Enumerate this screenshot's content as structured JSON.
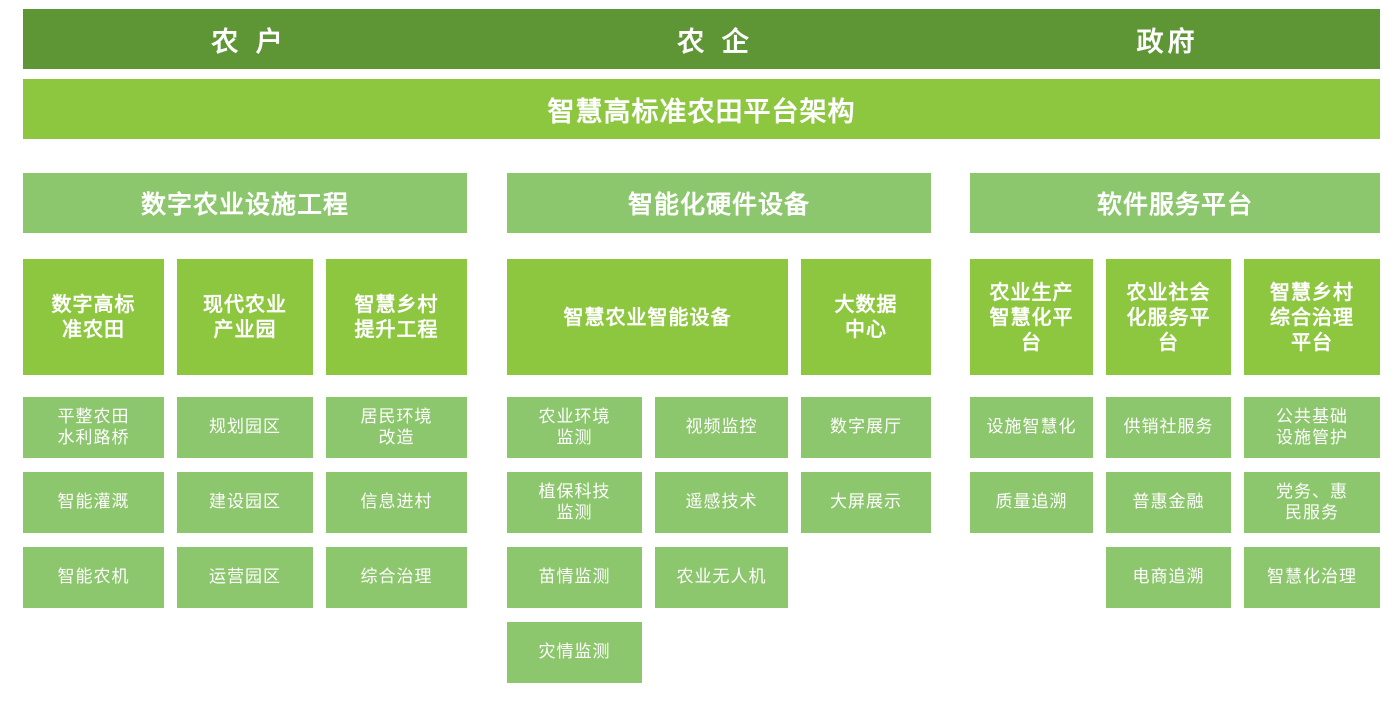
{
  "stakeholders": [
    "农 户",
    "农 企",
    "政府"
  ],
  "title": "智慧高标准农田平台架构",
  "categories": [
    "数字农业设施工程",
    "智能化硬件设备",
    "软件服务平台"
  ],
  "subsystems": [
    "数字高标\n准农田",
    "现代农业\n产业园",
    "智慧乡村\n提升工程",
    "智慧农业智能设备",
    "大数据\n中心",
    "农业生产\n智慧化平\n台",
    "农业社会\n化服务平\n台",
    "智慧乡村\n综合治理\n平台"
  ],
  "items": [
    "平整农田\n水利路桥",
    "智能灌溉",
    "智能农机",
    "规划园区",
    "建设园区",
    "运营园区",
    "居民环境\n改造",
    "信息进村",
    "综合治理",
    "农业环境\n监测",
    "植保科技\n监测",
    "苗情监测",
    "灾情监测",
    "视频监控",
    "遥感技术",
    "农业无人机",
    "数字展厅",
    "大屏展示",
    "设施智慧化",
    "质量追溯",
    "供销社服务",
    "普惠金融",
    "电商追溯",
    "公共基础\n设施管护",
    "党务、惠\n民服务",
    "智慧化治理"
  ]
}
